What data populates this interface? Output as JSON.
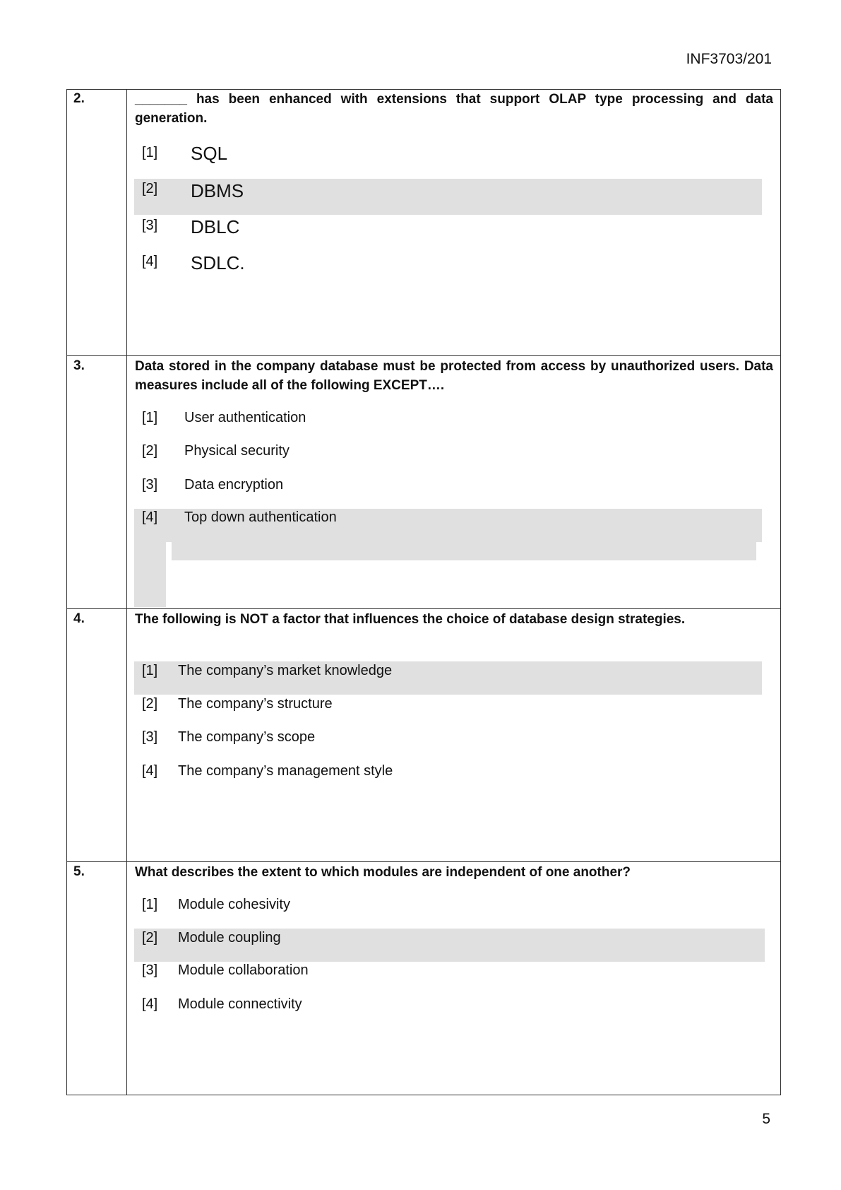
{
  "header": "INF3703/201",
  "page_number": "5",
  "questions": [
    {
      "number": "2.",
      "text": "_______ has been enhanced with extensions that support OLAP type processing and data generation.",
      "options": [
        {
          "label": "[1]",
          "text": "SQL"
        },
        {
          "label": "[2]",
          "text": "DBMS"
        },
        {
          "label": "[3]",
          "text": "DBLC"
        },
        {
          "label": "[4]",
          "text": "SDLC."
        }
      ],
      "highlighted": 2
    },
    {
      "number": "3.",
      "text": "Data stored in the company database must be protected from access by unauthorized users. Data measures include all of the following EXCEPT….",
      "options": [
        {
          "label": "[1]",
          "text": "User authentication"
        },
        {
          "label": "[2]",
          "text": "Physical security"
        },
        {
          "label": "[3]",
          "text": "Data encryption"
        },
        {
          "label": "[4]",
          "text": "Top down authentication"
        }
      ],
      "highlighted": 4
    },
    {
      "number": "4.",
      "text": "The following is NOT a factor that influences the choice of database design strategies.",
      "options": [
        {
          "label": "[1]",
          "text": "The company’s market knowledge"
        },
        {
          "label": "[2]",
          "text": "The company’s structure"
        },
        {
          "label": "[3]",
          "text": "The company’s scope"
        },
        {
          "label": "[4]",
          "text": "The company’s management style"
        }
      ],
      "highlighted": 1
    },
    {
      "number": "5.",
      "text": "What describes the extent to which modules are independent of one another?",
      "options": [
        {
          "label": "[1]",
          "text": "Module cohesivity"
        },
        {
          "label": "[2]",
          "text": "Module coupling"
        },
        {
          "label": "[3]",
          "text": "Module collaboration"
        },
        {
          "label": "[4]",
          "text": "Module connectivity"
        }
      ],
      "highlighted": 2
    }
  ]
}
